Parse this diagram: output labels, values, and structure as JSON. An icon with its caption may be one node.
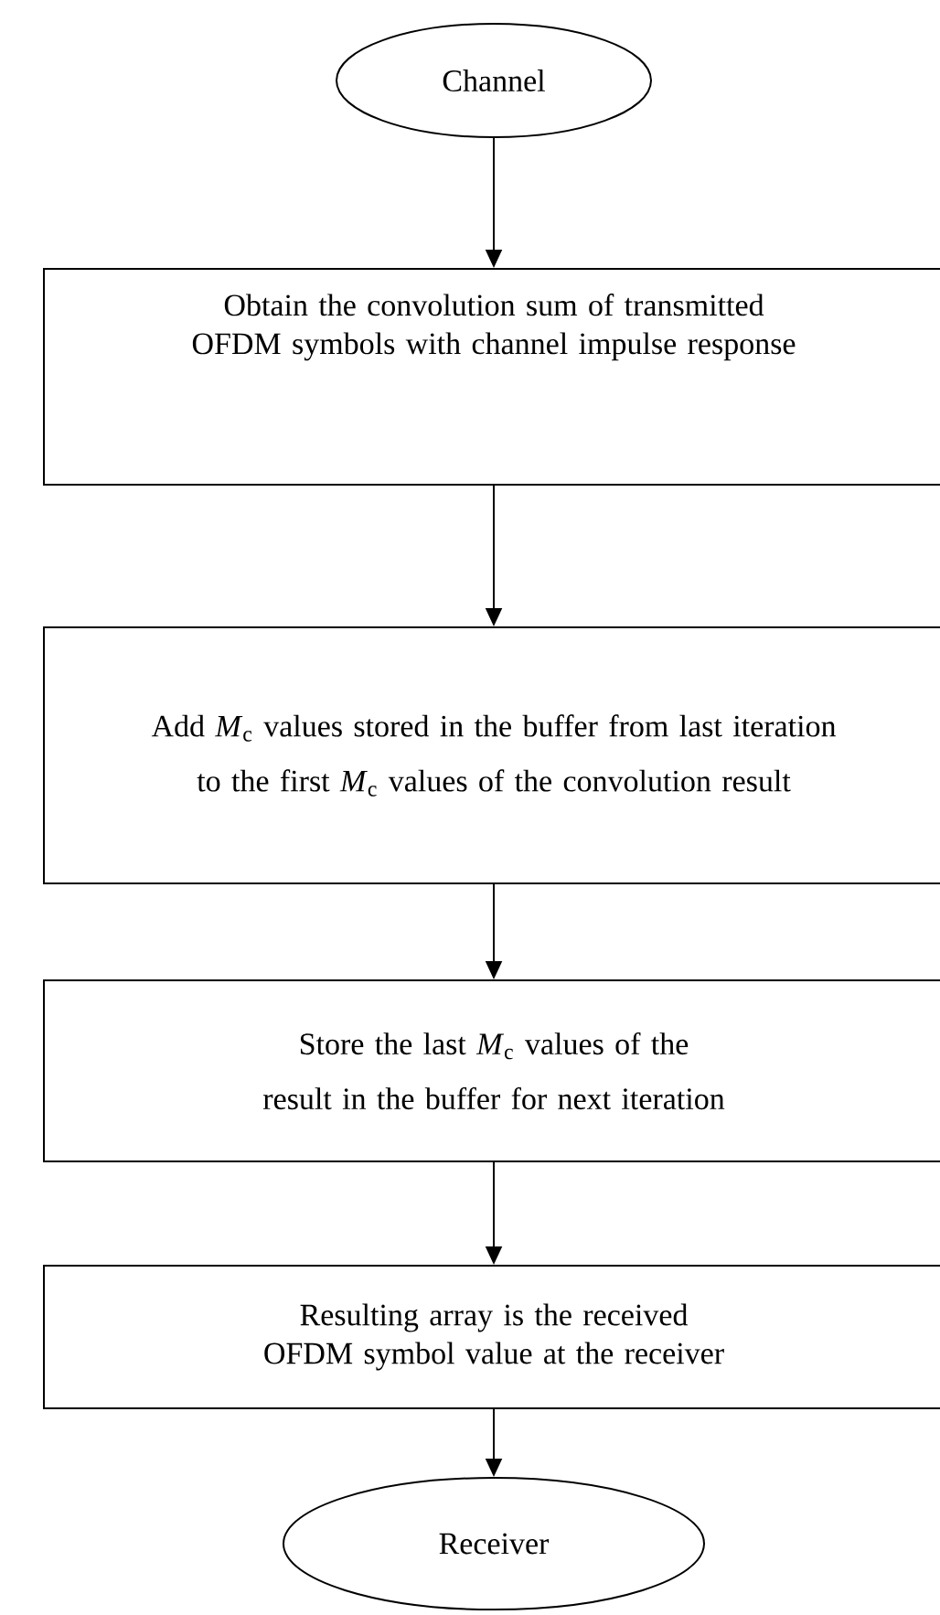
{
  "diagram": {
    "nodes": [
      {
        "text": [
          "Channel"
        ]
      },
      {
        "text": [
          "Obtain the convolution sum of transmitted OFDM symbols with channel impulse response"
        ]
      },
      {
        "text": [
          "Add *M*$_{c}$ values stored in the buffer from last iteration to the first *M*$_{c}$ values of the convolution result"
        ]
      },
      {
        "text": [
          "Store the last *M*$_{c}$ values of the result in the buffer for next iteration"
        ]
      },
      {
        "text": [
          "Resulting array is the received OFDM symbol value at the receiver"
        ]
      },
      {
        "text": [
          "Receiver"
        ]
      }
    ],
    "edges": [
      {
        "from": 0,
        "to": 1,
        "arrow": "to"
      },
      {
        "from": 1,
        "to": 2,
        "arrow": "to"
      },
      {
        "from": 2,
        "to": 3,
        "arrow": "to"
      },
      {
        "from": 3,
        "to": 4,
        "arrow": "to"
      },
      {
        "from": 4,
        "to": 5,
        "arrow": "to"
      }
    ]
  }
}
